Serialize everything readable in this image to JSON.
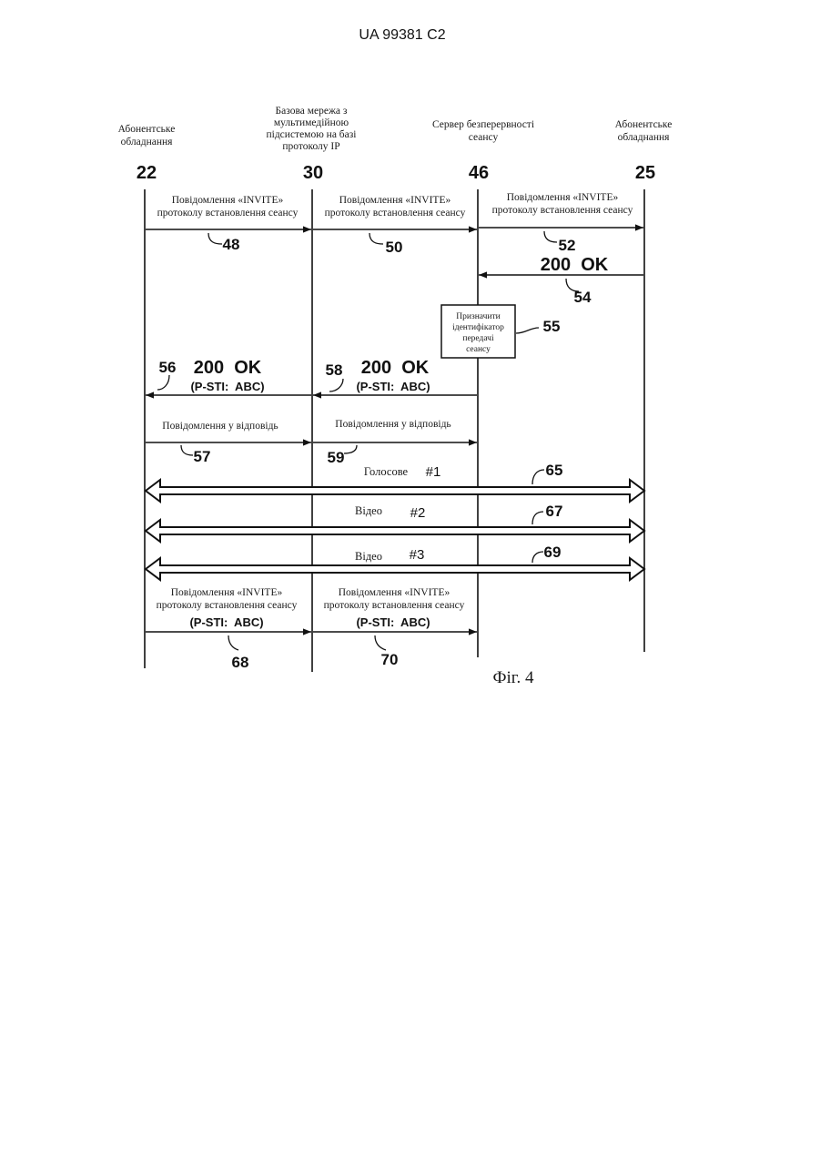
{
  "header": {
    "doc_id": "UA   99381   C2"
  },
  "lanes": [
    {
      "id": "22",
      "lines": [
        "Абонентське",
        "обладнання"
      ]
    },
    {
      "id": "30",
      "lines": [
        "Базова мережа з",
        "мультимедійною",
        "підсистемою на базі",
        "протоколу IP"
      ]
    },
    {
      "id": "46",
      "lines": [
        "Сервер безперервності",
        "сеансу"
      ]
    },
    {
      "id": "25",
      "lines": [
        "Абонентське",
        "обладнання"
      ]
    }
  ],
  "messages": {
    "m48": {
      "lines": [
        "Повідомлення «INVITE»",
        "протоколу встановлення сеансу"
      ],
      "ref": "48"
    },
    "m50": {
      "lines": [
        "Повідомлення «INVITE»",
        "протоколу встановлення сеансу"
      ],
      "ref": "50"
    },
    "m52": {
      "lines": [
        "Повідомлення «INVITE»",
        "протоколу встановлення сеансу"
      ],
      "ref": "52"
    },
    "m54": {
      "label": "200  OK",
      "ref": "54"
    },
    "m56": {
      "label": "200  OK",
      "sub": "(P-STI:  ABC)",
      "ref": "56"
    },
    "m58": {
      "label": "200  OK",
      "sub": "(P-STI:  ABC)",
      "ref": "58"
    },
    "m57": {
      "label": "Повідомлення у відповідь",
      "ref": "57"
    },
    "m59": {
      "label": "Повідомлення у відповідь",
      "ref": "59"
    },
    "m68": {
      "lines": [
        "Повідомлення «INVITE»",
        "протоколу встановлення сеансу"
      ],
      "sub": "(P-STI:  ABC)",
      "ref": "68"
    },
    "m70": {
      "lines": [
        "Повідомлення «INVITE»",
        "протоколу встановлення сеансу"
      ],
      "sub": "(P-STI:  ABC)",
      "ref": "70"
    }
  },
  "process": {
    "lines": [
      "Призначити",
      "ідентифікатор",
      "передачі",
      "сеансу"
    ],
    "ref": "55"
  },
  "sessions": [
    {
      "label": "Голосове",
      "tag": "#1",
      "ref": "65"
    },
    {
      "label": "Відео",
      "tag": "#2",
      "ref": "67"
    },
    {
      "label": "Відео",
      "tag": "#3",
      "ref": "69"
    }
  ],
  "figure_caption": "Фіг. 4"
}
